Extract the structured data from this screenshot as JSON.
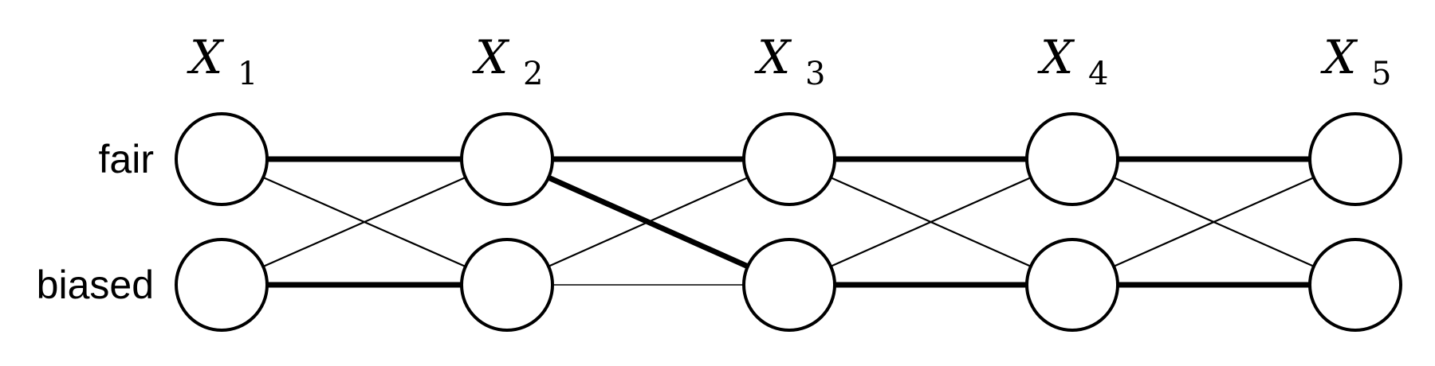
{
  "columns": [
    {
      "var": "X",
      "sub": "1"
    },
    {
      "var": "X",
      "sub": "2"
    },
    {
      "var": "X",
      "sub": "3"
    },
    {
      "var": "X",
      "sub": "4"
    },
    {
      "var": "X",
      "sub": "5"
    }
  ],
  "rows": [
    {
      "id": "fair",
      "label": "fair"
    },
    {
      "id": "biased",
      "label": "biased"
    }
  ],
  "transitions": [
    {
      "step": 1,
      "from": "fair",
      "to": "fair",
      "emphasis": "bold"
    },
    {
      "step": 1,
      "from": "fair",
      "to": "biased",
      "emphasis": "thin"
    },
    {
      "step": 1,
      "from": "biased",
      "to": "fair",
      "emphasis": "thin"
    },
    {
      "step": 1,
      "from": "biased",
      "to": "biased",
      "emphasis": "bold"
    },
    {
      "step": 2,
      "from": "fair",
      "to": "fair",
      "emphasis": "bold"
    },
    {
      "step": 2,
      "from": "fair",
      "to": "biased",
      "emphasis": "bold"
    },
    {
      "step": 2,
      "from": "biased",
      "to": "fair",
      "emphasis": "thin"
    },
    {
      "step": 2,
      "from": "biased",
      "to": "biased",
      "emphasis": "hairline"
    },
    {
      "step": 3,
      "from": "fair",
      "to": "fair",
      "emphasis": "bold"
    },
    {
      "step": 3,
      "from": "fair",
      "to": "biased",
      "emphasis": "thin"
    },
    {
      "step": 3,
      "from": "biased",
      "to": "fair",
      "emphasis": "thin"
    },
    {
      "step": 3,
      "from": "biased",
      "to": "biased",
      "emphasis": "bold"
    },
    {
      "step": 4,
      "from": "fair",
      "to": "fair",
      "emphasis": "bold"
    },
    {
      "step": 4,
      "from": "fair",
      "to": "biased",
      "emphasis": "thin"
    },
    {
      "step": 4,
      "from": "biased",
      "to": "fair",
      "emphasis": "thin"
    },
    {
      "step": 4,
      "from": "biased",
      "to": "biased",
      "emphasis": "bold"
    }
  ],
  "colors": {
    "stroke": "#000000",
    "node_fill": "#ffffff",
    "background": "#ffffff"
  }
}
